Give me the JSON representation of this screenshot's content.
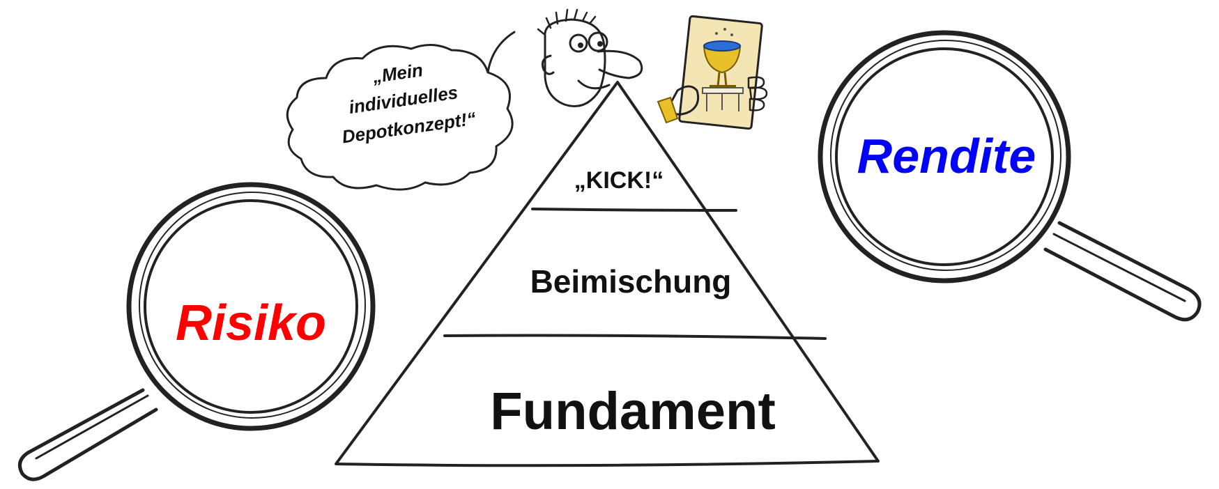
{
  "thought_bubble": {
    "line1": "„Mein",
    "line2": "individuelles",
    "line3": "Depotkonzept!“"
  },
  "pyramid": {
    "top_label": "„KICK!“",
    "middle_label": "Beimischung",
    "base_label": "Fundament"
  },
  "magnifier_left": {
    "label": "Risiko",
    "color": "#ff0000"
  },
  "magnifier_right": {
    "label": "Rendite",
    "color": "#0000ff"
  },
  "figure": {
    "icon": "cartoon-person-icon",
    "card_icon": "trophy-cup-icon"
  }
}
